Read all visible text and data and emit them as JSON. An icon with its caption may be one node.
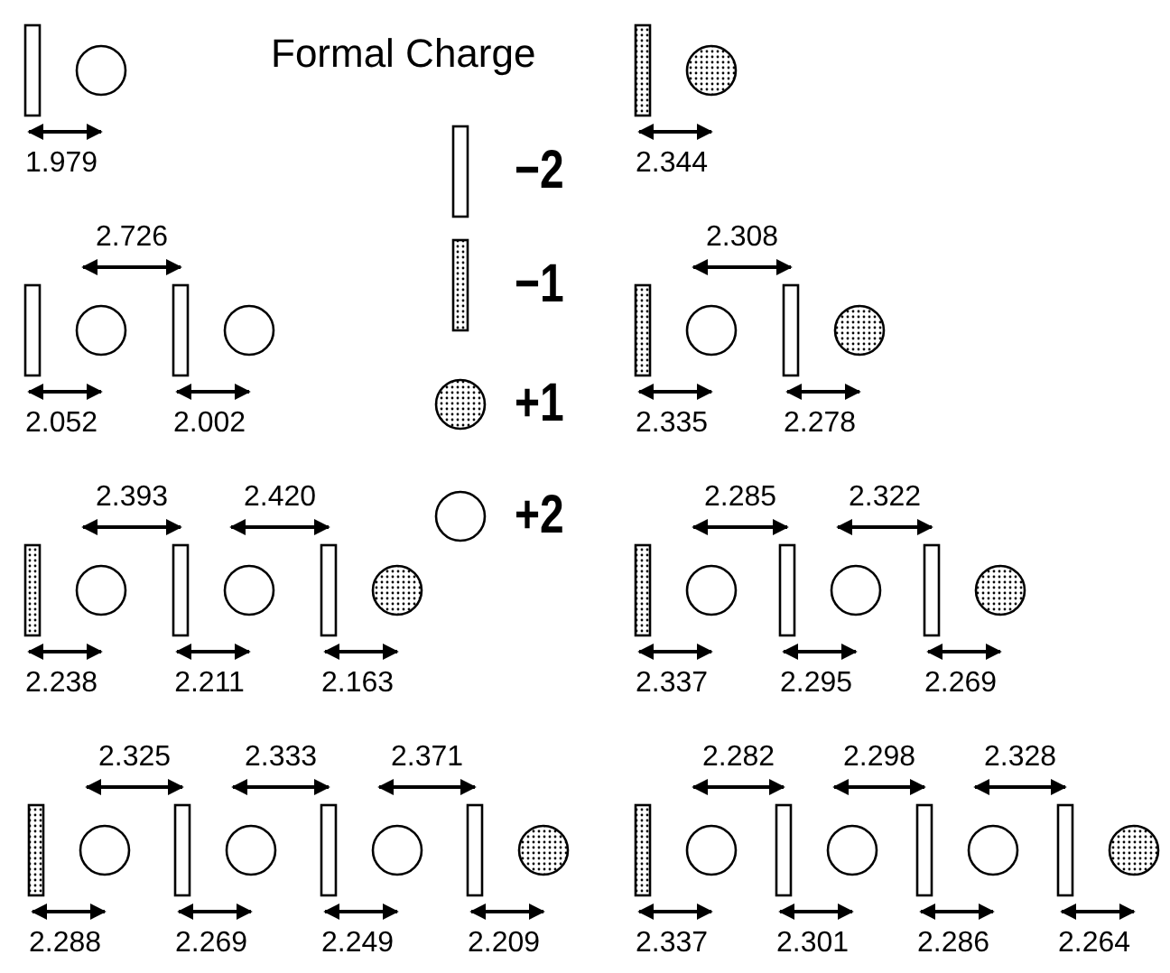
{
  "diagram": {
    "nodes": [
      {
        "text": [],
        "shape": "bar"
      },
      {
        "text": [],
        "shape": "circle"
      },
      {
        "text": [],
        "shape": "bar"
      },
      {
        "text": [],
        "shape": "circle"
      },
      {
        "text": [],
        "shape": "bar"
      },
      {
        "text": [],
        "shape": "circle"
      },
      {
        "text": [],
        "shape": "bar"
      },
      {
        "text": [],
        "shape": "circle"
      },
      {
        "text": [],
        "shape": "bar"
      },
      {
        "text": [],
        "shape": "circle"
      },
      {
        "text": [],
        "shape": "bar"
      },
      {
        "text": [],
        "shape": "circle"
      },
      {
        "text": [],
        "shape": "bar"
      },
      {
        "text": [],
        "shape": "circle"
      },
      {
        "text": [],
        "shape": "bar"
      },
      {
        "text": [],
        "shape": "circle"
      },
      {
        "text": [],
        "shape": "bar"
      },
      {
        "text": [],
        "shape": "circle"
      },
      {
        "text": [],
        "shape": "bar"
      },
      {
        "text": [],
        "shape": "circle"
      },
      {
        "text": [],
        "shape": "bar"
      },
      {
        "text": [],
        "shape": "circle"
      },
      {
        "text": [],
        "shape": "bar"
      },
      {
        "text": [],
        "shape": "circle"
      },
      {
        "text": [],
        "shape": "bar"
      },
      {
        "text": [],
        "shape": "circle"
      },
      {
        "text": [],
        "shape": "bar"
      },
      {
        "text": [],
        "shape": "circle"
      },
      {
        "text": [],
        "shape": "bar"
      },
      {
        "text": [],
        "shape": "circle"
      },
      {
        "text": [],
        "shape": "bar"
      },
      {
        "text": [],
        "shape": "circle"
      },
      {
        "text": [],
        "shape": "bar"
      },
      {
        "text": [],
        "shape": "circle"
      },
      {
        "text": [],
        "shape": "bar"
      },
      {
        "text": [],
        "shape": "circle"
      },
      {
        "text": [],
        "shape": "bar"
      },
      {
        "text": [],
        "shape": "circle"
      },
      {
        "text": [],
        "shape": "bar"
      },
      {
        "text": [],
        "shape": "circle"
      }
    ],
    "edges": [
      {
        "from": 0,
        "to": 1,
        "arrow": "both",
        "label": "1.979"
      },
      {
        "from": 2,
        "to": 3,
        "arrow": "both",
        "label": "2.344"
      },
      {
        "from": 5,
        "to": 6,
        "arrow": "both",
        "label": "2.726"
      },
      {
        "from": 9,
        "to": 10,
        "arrow": "both",
        "label": "2.308"
      },
      {
        "from": 4,
        "to": 5,
        "arrow": "both",
        "label": "2.052"
      },
      {
        "from": 6,
        "to": 7,
        "arrow": "both",
        "label": "2.002"
      },
      {
        "from": 8,
        "to": 9,
        "arrow": "both",
        "label": "2.335"
      },
      {
        "from": 10,
        "to": 11,
        "arrow": "both",
        "label": "2.278"
      },
      {
        "from": 13,
        "to": 14,
        "arrow": "both",
        "label": "2.393"
      },
      {
        "from": 15,
        "to": 16,
        "arrow": "both",
        "label": "2.420"
      },
      {
        "from": 19,
        "to": 20,
        "arrow": "both",
        "label": "2.285"
      },
      {
        "from": 21,
        "to": 22,
        "arrow": "both",
        "label": "2.322"
      },
      {
        "from": 12,
        "to": 13,
        "arrow": "both",
        "label": "2.238"
      },
      {
        "from": 14,
        "to": 15,
        "arrow": "both",
        "label": "2.211"
      },
      {
        "from": 16,
        "to": 17,
        "arrow": "both",
        "label": "2.163"
      },
      {
        "from": 18,
        "to": 19,
        "arrow": "both",
        "label": "2.337"
      },
      {
        "from": 20,
        "to": 21,
        "arrow": "both",
        "label": "2.295"
      },
      {
        "from": 22,
        "to": 23,
        "arrow": "both",
        "label": "2.269"
      },
      {
        "from": 25,
        "to": 26,
        "arrow": "both",
        "label": "2.325"
      },
      {
        "from": 27,
        "to": 28,
        "arrow": "both",
        "label": "2.333"
      },
      {
        "from": 29,
        "to": 30,
        "arrow": "both",
        "label": "2.371"
      },
      {
        "from": 33,
        "to": 34,
        "arrow": "both",
        "label": "2.282"
      },
      {
        "from": 35,
        "to": 36,
        "arrow": "both",
        "label": "2.298"
      },
      {
        "from": 37,
        "to": 38,
        "arrow": "both",
        "label": "2.328"
      },
      {
        "from": 24,
        "to": 25,
        "arrow": "both",
        "label": "2.288"
      },
      {
        "from": 26,
        "to": 27,
        "arrow": "both",
        "label": "2.269"
      },
      {
        "from": 28,
        "to": 29,
        "arrow": "both",
        "label": "2.249"
      },
      {
        "from": 30,
        "to": 31,
        "arrow": "both",
        "label": "2.209"
      },
      {
        "from": 32,
        "to": 33,
        "arrow": "both",
        "label": "2.337"
      },
      {
        "from": 34,
        "to": 35,
        "arrow": "both",
        "label": "2.301"
      },
      {
        "from": 36,
        "to": 37,
        "arrow": "both",
        "label": "2.286"
      },
      {
        "from": 38,
        "to": 39,
        "arrow": "both",
        "label": "2.264"
      }
    ],
    "labels": [
      "Formal Charge"
    ],
    "legend": [
      {
        "text": "−2"
      },
      {
        "text": "−1"
      },
      {
        "text": "+1"
      },
      {
        "text": "+2"
      }
    ]
  }
}
